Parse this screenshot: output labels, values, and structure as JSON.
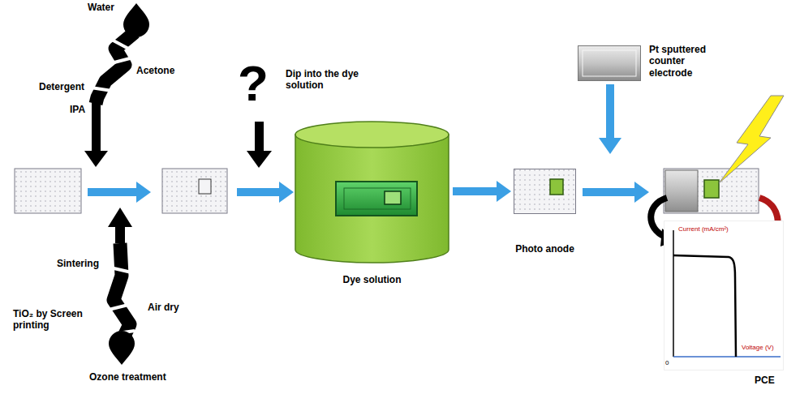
{
  "diagram": {
    "nodes": [
      {
        "text": [
          "Dye solution"
        ]
      },
      {
        "text": [
          "Photo anode"
        ]
      },
      {
        "text": [
          "Pt sputtered counter electrode"
        ]
      },
      {
        "text": [
          "Current (mA/cm²)",
          "Voltage (V)",
          "0",
          "PCE"
        ]
      }
    ],
    "edges": [
      {
        "from": 0,
        "to": 1,
        "arrow": "to"
      }
    ],
    "labels": [
      "Water",
      "Detergent",
      "Acetone",
      "IPA",
      "Sintering",
      "TiO₂ by Screen printing",
      "Air dry",
      "Ozone treatment",
      "?",
      "Dip into the dye solution"
    ]
  }
}
